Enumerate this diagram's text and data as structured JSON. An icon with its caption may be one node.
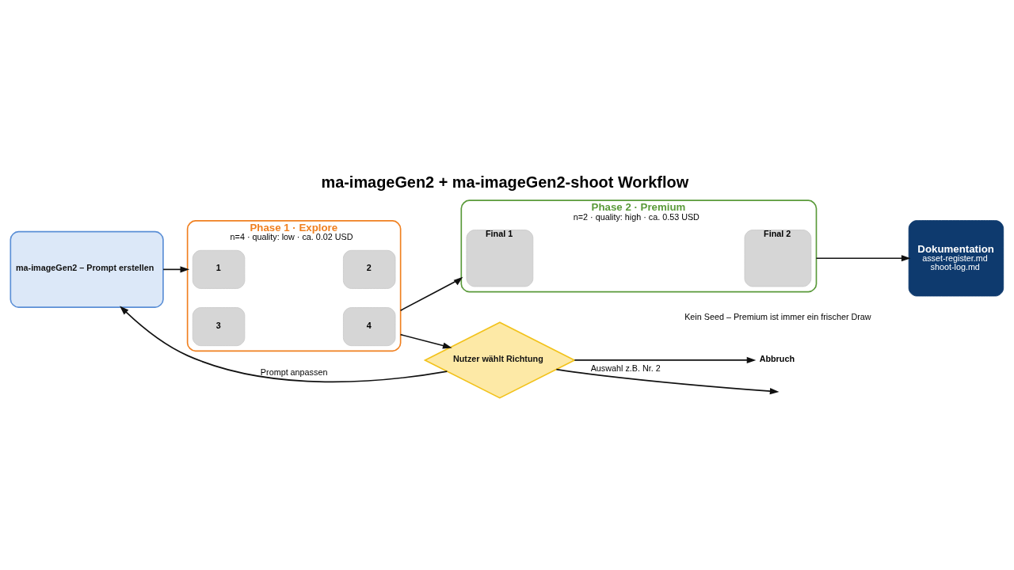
{
  "diagram": {
    "title": "ma-imageGen2 + ma-imageGen2-shoot Workflow",
    "nodes": [
      {
        "text": [
          "ma-imageGen2 – Prompt erstellen"
        ]
      },
      {
        "text": [
          "Phase 1 · Explore",
          "n=4 · quality: low · ca. 0.02 USD"
        ]
      },
      {
        "text": [
          "1"
        ],
        "in": 1
      },
      {
        "text": [
          "2"
        ],
        "in": 1
      },
      {
        "text": [
          "3"
        ],
        "in": 1
      },
      {
        "text": [
          "4"
        ],
        "in": 1
      },
      {
        "text": [
          "Phase 2 · Premium",
          "n=2 · quality: high · ca. 0.53 USD"
        ],
        "beside": [
          "Kein Seed – Premium ist immer ein frischer Draw"
        ]
      },
      {
        "text": [
          "Final 1"
        ],
        "in": 6
      },
      {
        "text": [
          "Final 2"
        ],
        "in": 6
      },
      {
        "text": [
          "Dokumentation",
          "asset-register.md",
          "shoot-log.md"
        ]
      },
      {
        "text": [
          "Nutzer wählt Richtung"
        ]
      },
      {
        "text": [
          "Abbruch"
        ]
      }
    ],
    "edges": [
      {
        "from": 0,
        "to": 1,
        "arrow": "to"
      },
      {
        "from": 1,
        "to": 6,
        "arrow": "to"
      },
      {
        "from": 6,
        "to": 9,
        "arrow": "to"
      },
      {
        "from": 1,
        "to": 10,
        "arrow": "to"
      },
      {
        "from": 10,
        "to": 0,
        "arrow": "to",
        "label": "Prompt anpassen"
      },
      {
        "from": 10,
        "to": null,
        "arrow": "to",
        "label": "Auswahl z.B. Nr. 2"
      },
      {
        "from": 10,
        "to": 11,
        "arrow": "to"
      }
    ]
  }
}
